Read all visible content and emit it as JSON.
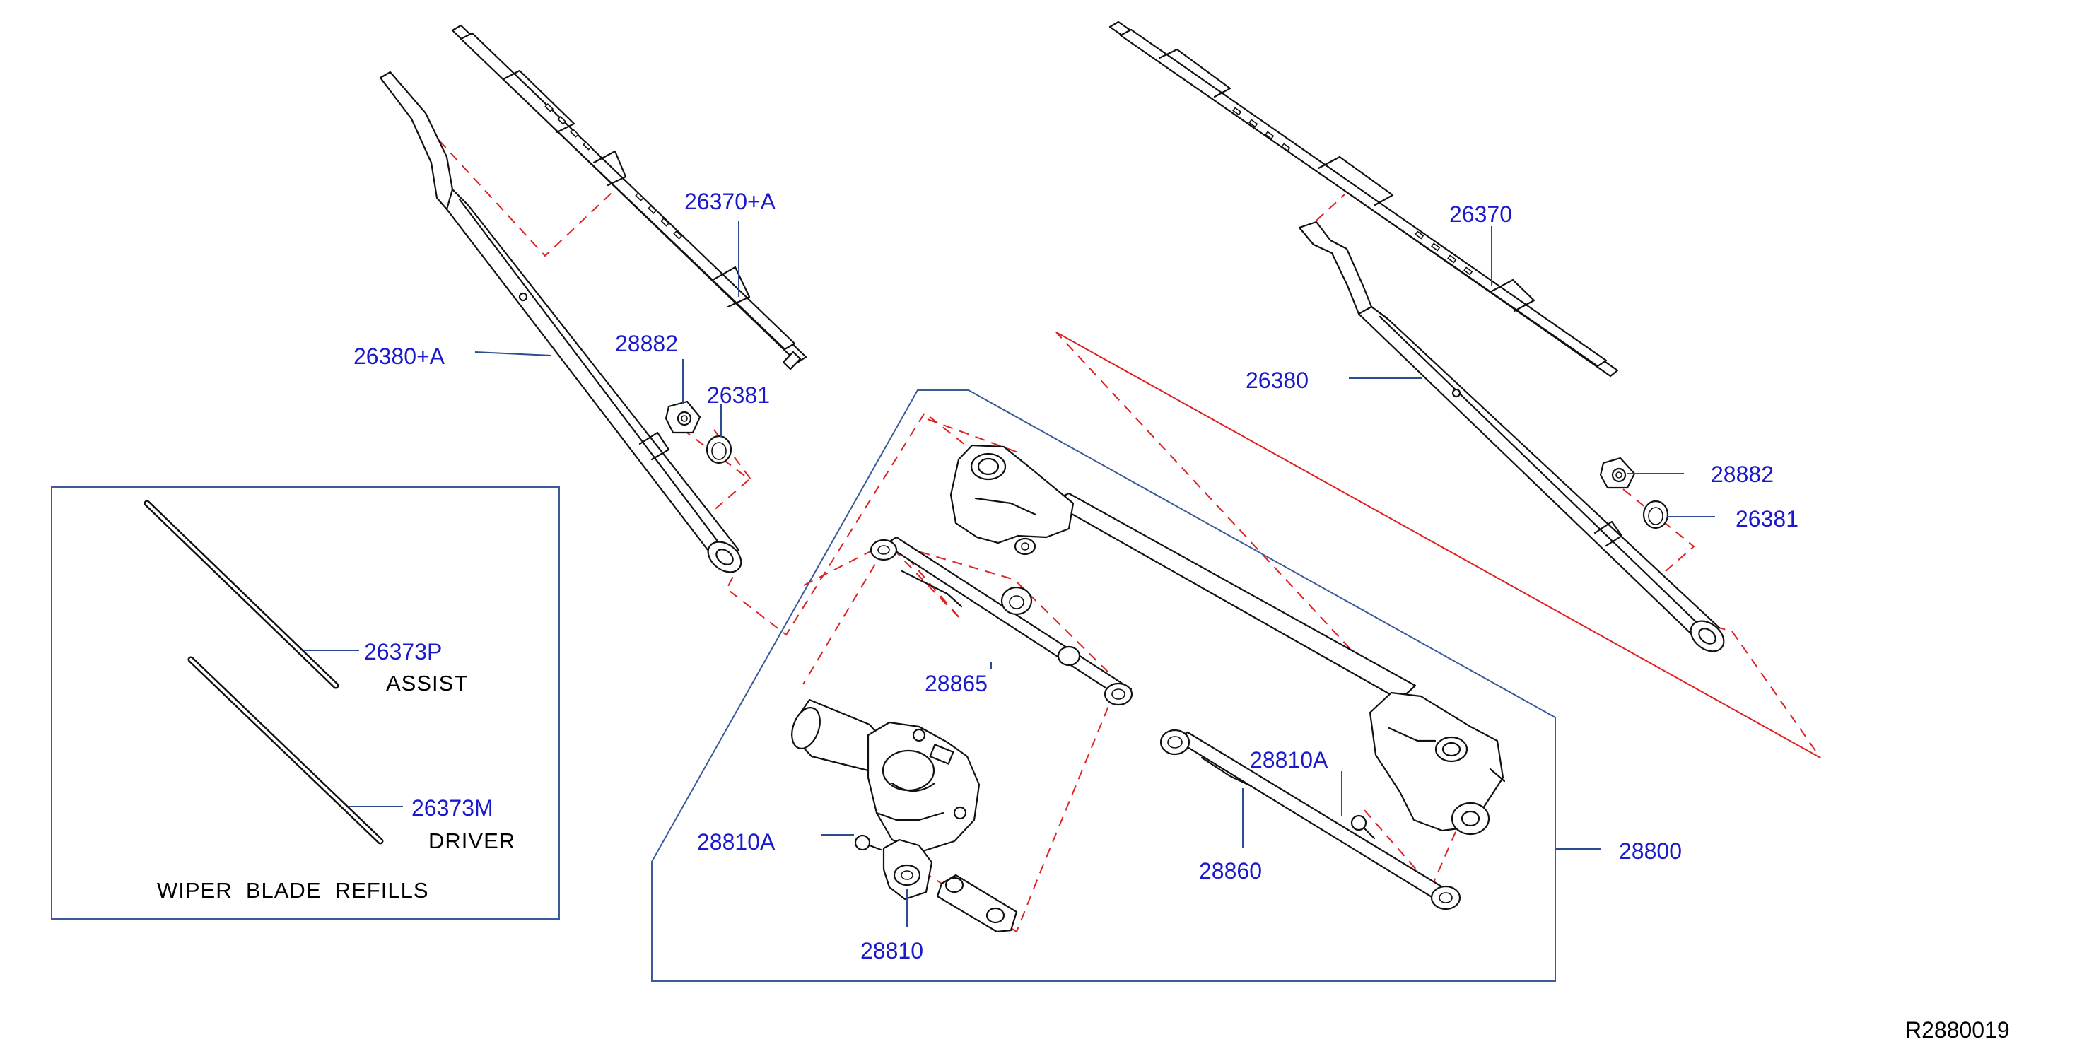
{
  "diagram": {
    "callouts": {
      "blade_left": "26370+A",
      "arm_left": "26380+A",
      "nut_left": "28882",
      "cap_left": "26381",
      "blade_right": "26370",
      "arm_right": "26380",
      "nut_right": "28882",
      "cap_right": "26381",
      "link_upper": "28865",
      "bolt_motor": "28810A",
      "motor": "28810",
      "bolt_right": "28810A",
      "link_lower": "28860",
      "linkage_assembly": "28800"
    },
    "refills": {
      "assist_number": "26373P",
      "assist_label": "ASSIST",
      "driver_number": "26373M",
      "driver_label": "DRIVER",
      "title": "WIPER  BLADE  REFILLS"
    },
    "reference_code": "R2880019",
    "colors": {
      "callout_text": "#1a1acc",
      "leader_line": "#2b4c8f",
      "dashed_guide": "#e02020",
      "part_outline": "#111111"
    }
  }
}
